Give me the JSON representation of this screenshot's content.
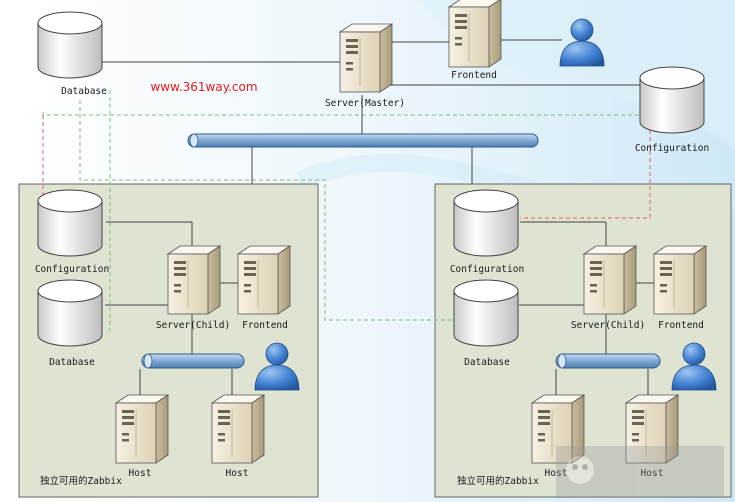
{
  "watermark": "www.361way.com",
  "master": {
    "database": "Database",
    "server": "Server(Master)",
    "frontend": "Frontend",
    "configuration": "Configuration"
  },
  "left_zone": {
    "configuration": "Configuration",
    "database": "Database",
    "server": "Server(Child)",
    "frontend": "Frontend",
    "host_1": "Host",
    "host_2": "Host",
    "caption": "独立可用的Zabbix"
  },
  "right_zone": {
    "configuration": "Configuration",
    "database": "Database",
    "server": "Server(Child)",
    "frontend": "Frontend",
    "host_1": "Host",
    "host_2": "Host",
    "caption": "独立可用的Zabbix"
  },
  "colors": {
    "zone_fill": "#dfe4d2",
    "bus": "#7fa8d3",
    "server_body": "#efe6d2",
    "link_green": "#7cbf7c",
    "link_red": "#e06060",
    "user": "#3f7fd0"
  }
}
